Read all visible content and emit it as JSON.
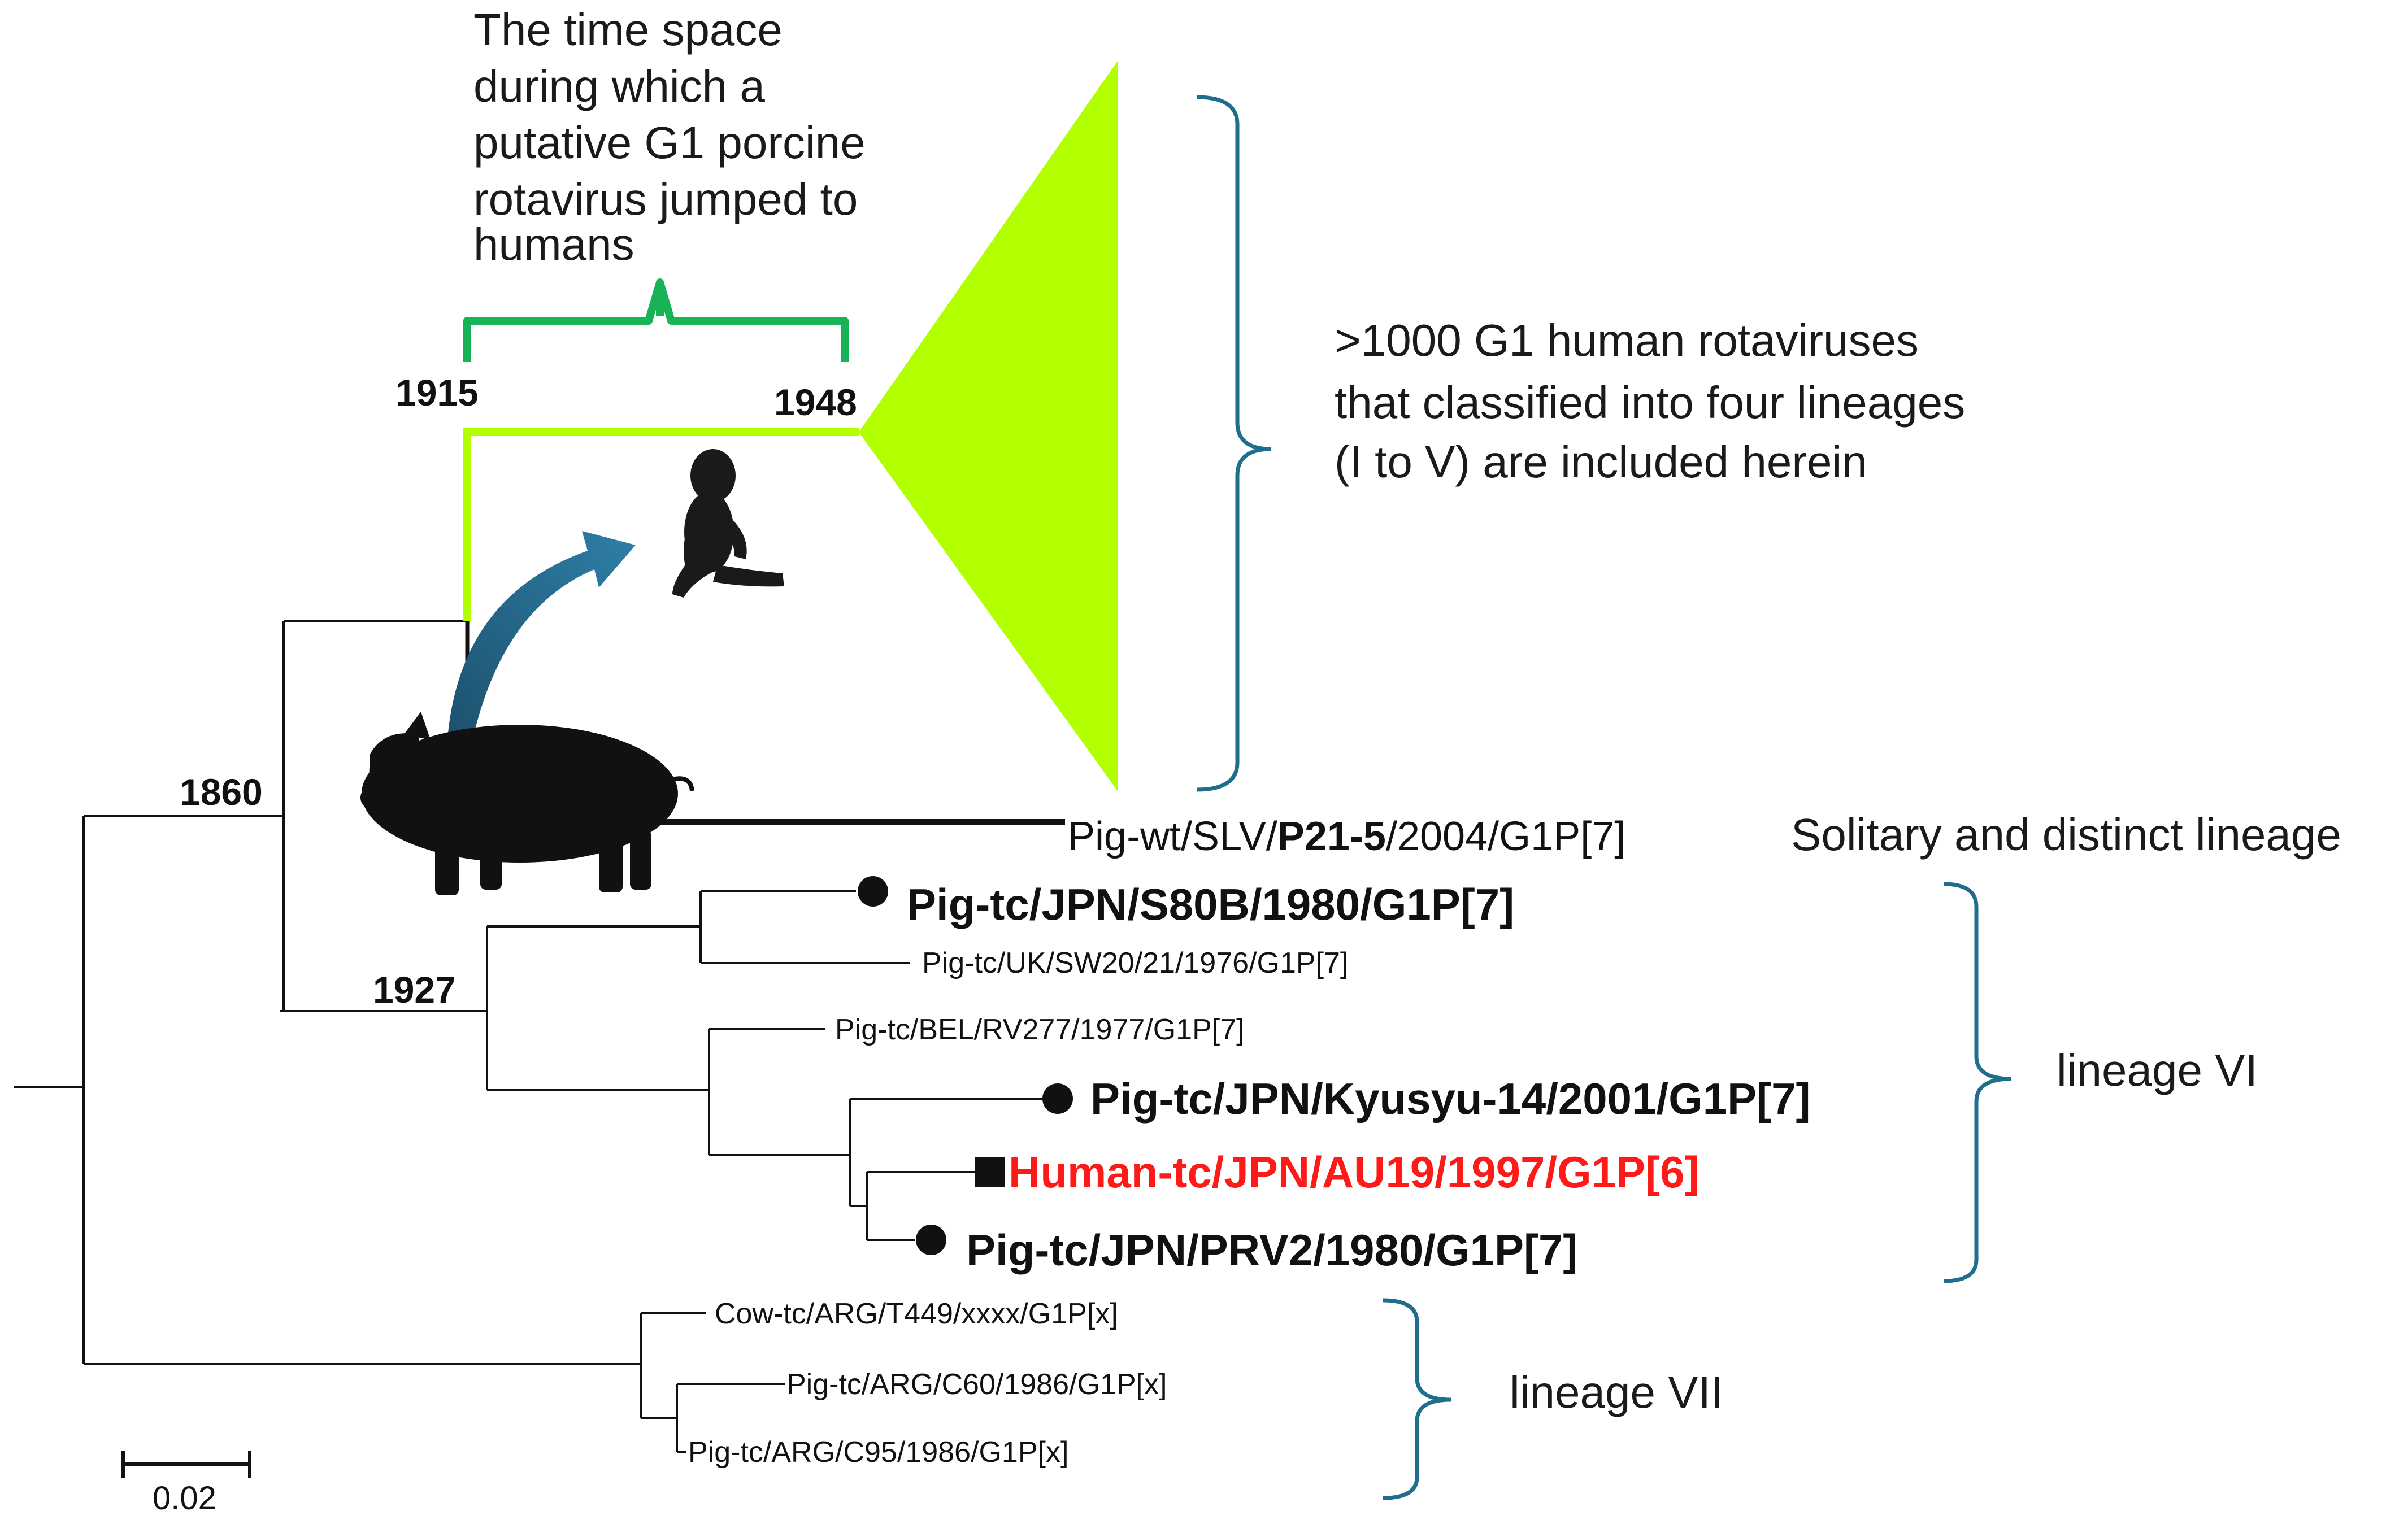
{
  "annotation": {
    "time_space_lines": [
      "The time space",
      "during which a",
      "putative G1 porcine",
      "rotavirus jumped to",
      "humans"
    ],
    "human_clade_lines": [
      ">1000 G1 human rotaviruses",
      "that classified into four lineages",
      "(I to V) are included herein"
    ]
  },
  "node_dates": {
    "jump_start": "1915",
    "jump_end": "1948",
    "root_inner": "1860",
    "lineage_vi_root": "1927"
  },
  "tips": {
    "p21_prefix": "Pig-wt/SLV/",
    "p21_bold": "P21-5",
    "p21_suffix": "/2004/G1P[7]",
    "s80b": "Pig-tc/JPN/S80B/1980/G1P[7]",
    "sw20": "Pig-tc/UK/SW20/21/1976/G1P[7]",
    "rv277": "Pig-tc/BEL/RV277/1977/G1P[7]",
    "kyusyu": "Pig-tc/JPN/Kyusyu-14/2001/G1P[7]",
    "au19": "Human-tc/JPN/AU19/1997/G1P[6]",
    "prv2": "Pig-tc/JPN/PRV2/1980/G1P[7]",
    "t449": "Cow-tc/ARG/T449/xxxx/G1P[x]",
    "c60": "Pig-tc/ARG/C60/1986/G1P[x]",
    "c95": "Pig-tc/ARG/C95/1986/G1P[x]"
  },
  "lineages": {
    "solitary": "Solitary and distinct lineage",
    "vi": "lineage VI",
    "vii": "lineage VII"
  },
  "scale_bar": {
    "label": "0.02"
  },
  "colors": {
    "human_clade": "#b2ff00",
    "time_bracket": "#19b357",
    "lineage_bracket": "#1f6e8c",
    "human_strain": "#ff1a1a",
    "arrow": "#1c4f6b"
  },
  "icons": [
    "pig-silhouette-icon",
    "baby-silhouette-icon",
    "jump-arrow-icon",
    "circle-marker-icon",
    "square-marker-icon"
  ]
}
